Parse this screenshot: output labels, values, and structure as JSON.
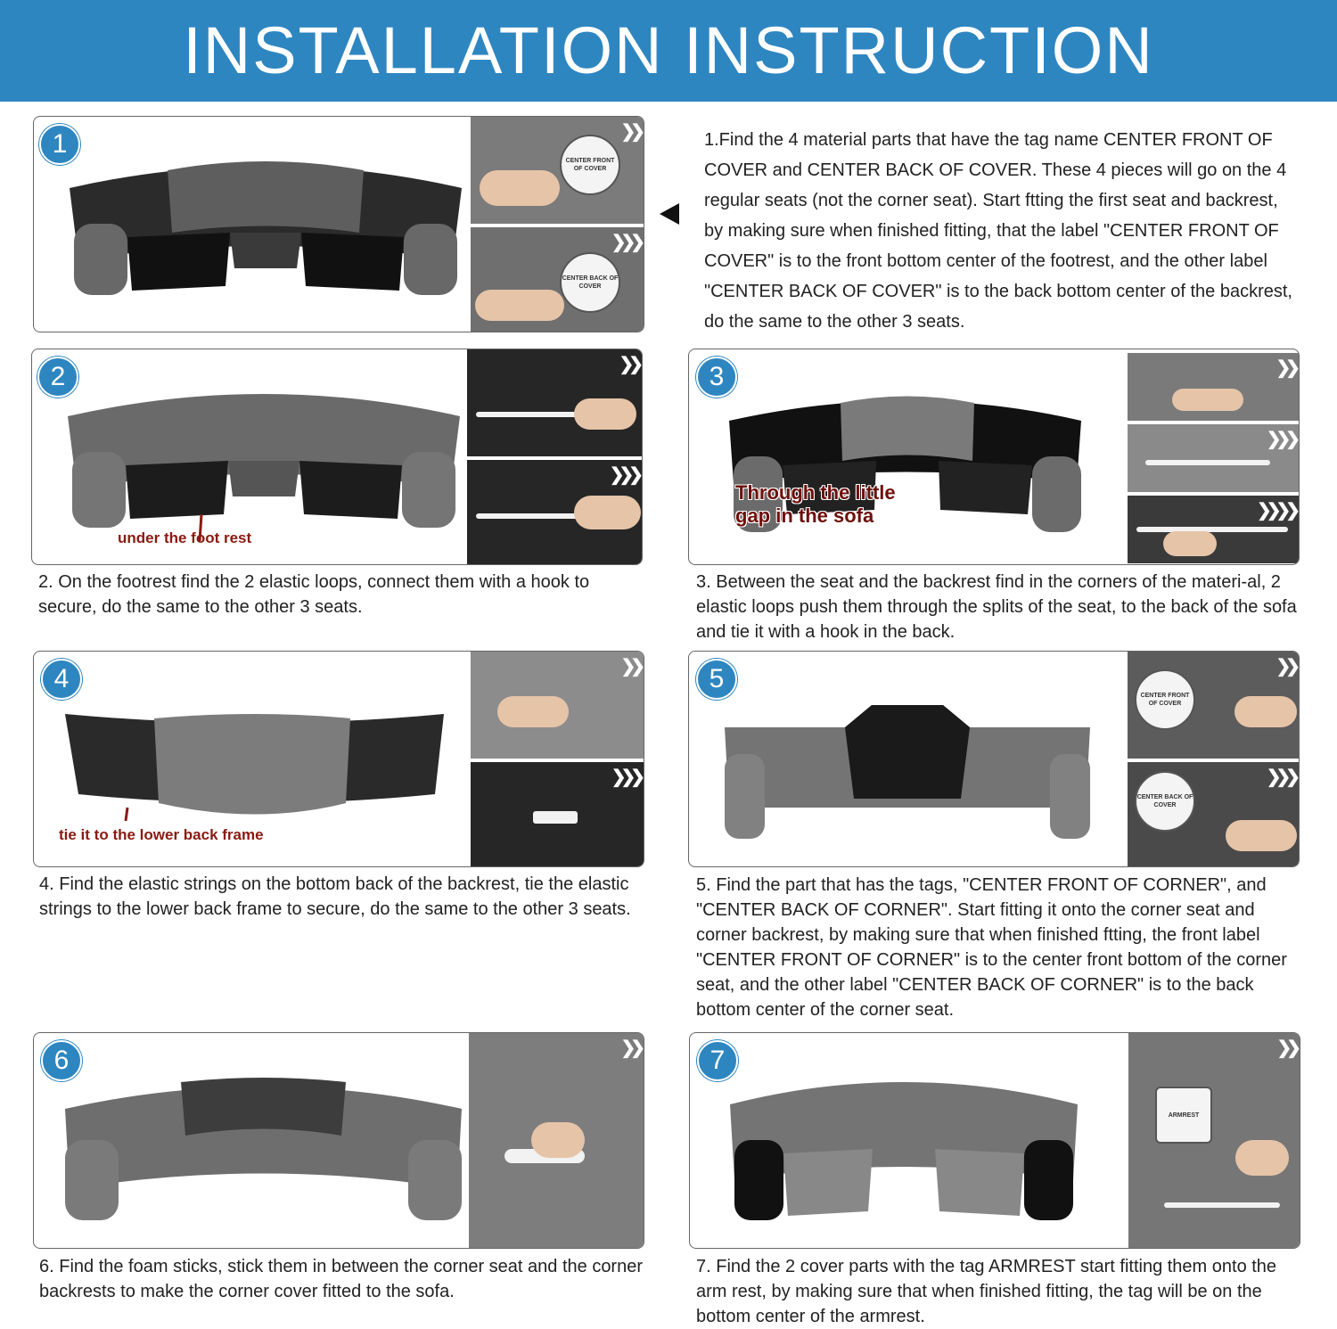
{
  "title": "INSTALLATION INSTRUCTION",
  "colors": {
    "banner": "#2e86c1",
    "badge": "#2e86c1",
    "annotation": "#8b1a12"
  },
  "steps": [
    {
      "number": "1",
      "text": "1.Find the 4 material parts that have the tag name CENTER FRONT OF COVER and CENTER BACK OF COVER. These 4 pieces will go on the 4 regular seats (not the corner seat). Start ftting the first seat and backrest, by making sure when finished fitting, that the label \"CENTER FRONT OF COVER\" is to the front bottom center of the footrest, and the other label \"CENTER BACK OF COVER\" is to the back bottom center of the backrest, do the same to the other 3 seats.",
      "tags": [
        "CENTER FRONT OF COVER",
        "CENTER BACK OF COVER"
      ]
    },
    {
      "number": "2",
      "annotation": "under the foot rest",
      "text": "2. On the footrest find the 2 elastic loops, connect them with a hook to secure, do the same to the other 3 seats."
    },
    {
      "number": "3",
      "annotation": "Through the little gap in the sofa",
      "text": "3. Between the seat and the backrest find in the corners of the materi-al, 2 elastic loops push them through the splits of the seat, to the back of the sofa and tie it with a hook in the back."
    },
    {
      "number": "4",
      "annotation": "tie it to the lower back frame",
      "text": "4. Find the elastic strings on the bottom back of the backrest, tie the elastic strings to the lower back frame to secure, do the same to the other 3 seats."
    },
    {
      "number": "5",
      "text": "5. Find the part that has the tags, \"CENTER FRONT OF CORNER\", and \"CENTER BACK OF CORNER\". Start fitting it onto the corner seat and corner backrest, by making sure that when finished ftting, the front label \"CENTER FRONT OF CORNER\" is to the center front bottom of the corner seat, and the other label \"CENTER BACK OF CORNER\" is to the back bottom center of the corner seat.",
      "tags": [
        "CENTER FRONT OF COVER",
        "CENTER BACK OF COVER"
      ]
    },
    {
      "number": "6",
      "text": "6. Find the foam sticks, stick them in between the corner seat and the corner backrests to make the corner cover fitted to the sofa."
    },
    {
      "number": "7",
      "text": "7. Find the 2 cover parts with the tag ARMREST start fitting them onto the arm rest, by making sure that when finished fitting, the tag will be on the bottom center of the armrest.",
      "tags": [
        "ARMREST"
      ]
    }
  ]
}
